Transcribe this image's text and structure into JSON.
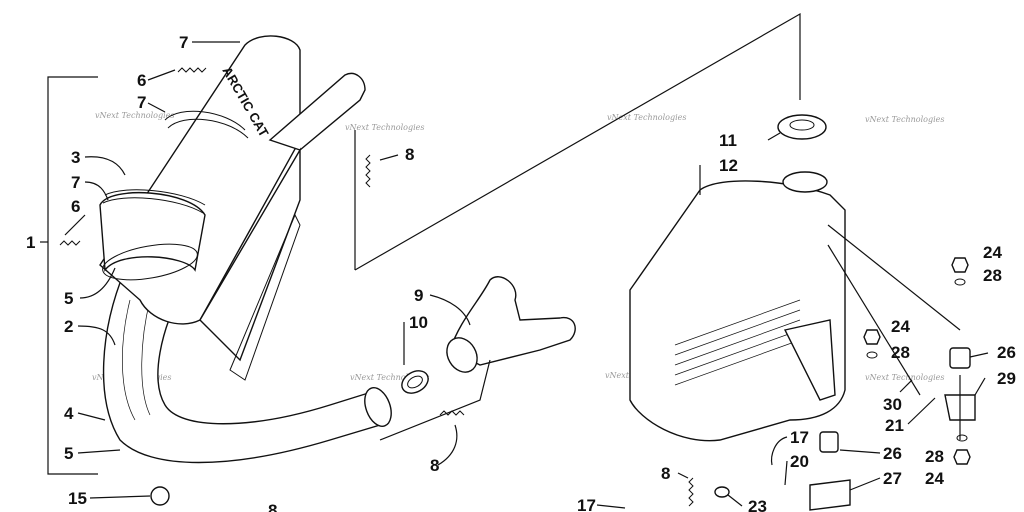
{
  "watermark": "vNext Technologies",
  "muffler_brand": "ARCTIC CAT",
  "callouts": {
    "c1": "1",
    "c2": "2",
    "c3": "3",
    "c4": "4",
    "c5a": "5",
    "c5b": "5",
    "c6a": "6",
    "c6b": "6",
    "c7a": "7",
    "c7b": "7",
    "c7c": "7",
    "c8a": "8",
    "c8b": "8",
    "c8c": "8",
    "c8d": "8",
    "c9": "9",
    "c10": "10",
    "c11": "11",
    "c12": "12",
    "c15": "15",
    "c17a": "17",
    "c17b": "17",
    "c20": "20",
    "c21": "21",
    "c23": "23",
    "c24a": "24",
    "c24b": "24",
    "c24c": "24",
    "c26a": "26",
    "c26b": "26",
    "c27": "27",
    "c28a": "28",
    "c28b": "28",
    "c28c": "28",
    "c29": "29",
    "c30": "30"
  }
}
